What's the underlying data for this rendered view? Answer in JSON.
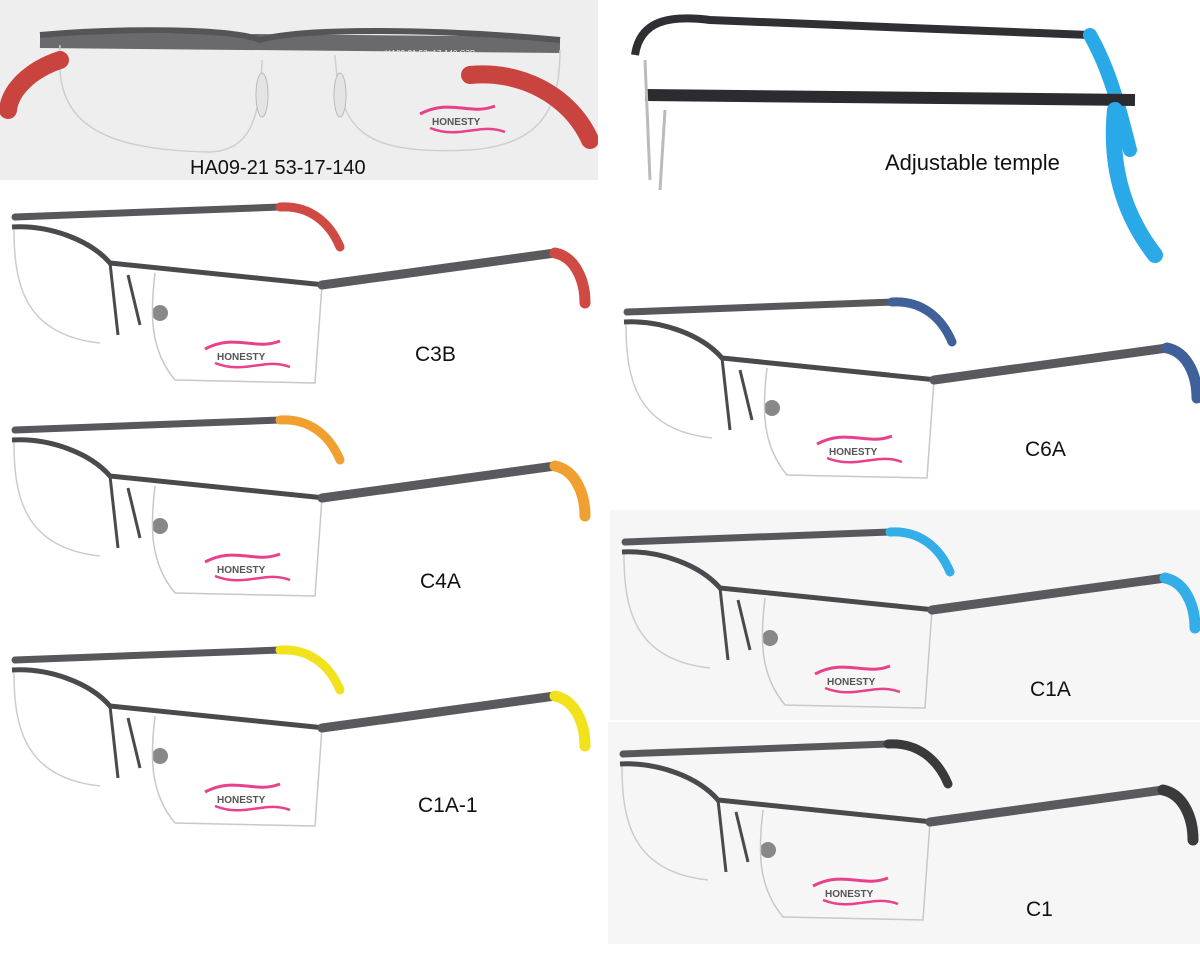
{
  "hero": {
    "caption": "HA09-21 53-17-140",
    "temple_print": "HA09-21 53□17-140 C3B",
    "tip_color": "#c9433f"
  },
  "detail": {
    "caption": "Adjustable temple",
    "tip_color": "#2aa9e8"
  },
  "brand": "HONESTY",
  "brand_color": "#e8408a",
  "variants": [
    {
      "code": "C3B",
      "tip_color": "#cf4a43"
    },
    {
      "code": "C4A",
      "tip_color": "#f0a030"
    },
    {
      "code": "C1A-1",
      "tip_color": "#f2e21e"
    },
    {
      "code": "C6A",
      "tip_color": "#40609a"
    },
    {
      "code": "C1A",
      "tip_color": "#34aee6"
    },
    {
      "code": "C1",
      "tip_color": "#3a3a3c"
    }
  ]
}
